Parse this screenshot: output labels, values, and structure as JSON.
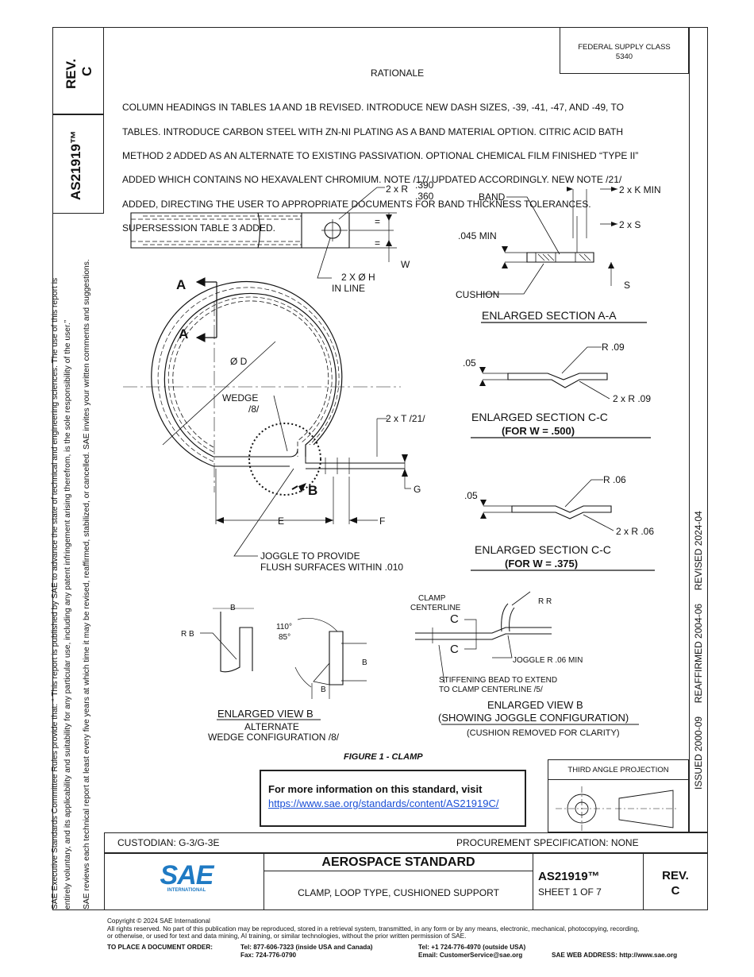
{
  "side_block": {
    "rev_label": "REV.",
    "rev_value": "C",
    "doc_number": "AS21919™"
  },
  "left_notice": {
    "line1": "SAE Executive Standards Committee Rules provide that: “  This report is published by SAE to advance the state of technical and engineering sciences. The use of this report is",
    "line2": "entirely voluntary, and its applicability and suitability for any particular use, including any patent infringement arising therefrom, is the sole responsibility of the user.”",
    "line3": "SAE reviews each technical report at least every five years at which time it may be revised, reaffirmed, stabilized, or cancelled. SAE invites your written comments and suggestions."
  },
  "right_dates": "ISSUED 2000-09     REAFFIRMED 2004-06     REVISED 2024-04",
  "fsc": {
    "label": "FEDERAL SUPPLY CLASS",
    "value": "5340"
  },
  "rationale": {
    "heading": "RATIONALE",
    "lines": [
      "COLUMN HEADINGS IN TABLES 1A AND 1B REVISED. INTRODUCE NEW DASH SIZES, -39, -41, -47, AND -49, TO",
      "TABLES. INTRODUCE CARBON STEEL WITH ZN-NI PLATING AS A BAND MATERIAL OPTION. CITRIC ACID BATH",
      "METHOD 2 ADDED AS AN ALTERNATE TO EXISTING PASSIVATION. OPTIONAL CHEMICAL FILM FINISHED “TYPE II”",
      "ADDED WHICH CONTAINS NO HEXAVALENT CHROMIUM. NOTE /17/ UPDATED ACCORDINGLY. NEW NOTE /21/",
      "ADDED, DIRECTING THE USER TO APPROPRIATE DOCUMENTS FOR BAND THICKNESS TOLERANCES.",
      "SUPERSESSION TABLE 3 ADDED."
    ]
  },
  "drawing": {
    "r_label": "2 x  R",
    "r_top": ".390",
    "r_bot": ".360",
    "eq1": "=",
    "eq2": "=",
    "w": "W",
    "hole_1": "2 X Ø H",
    "hole_2": "IN LINE",
    "a_top": "A",
    "a_bot": "A",
    "d": "Ø D",
    "wedge_1": "WEDGE",
    "wedge_2": "/8/",
    "t": "2 x T  /21/",
    "b_callout": "B",
    "g": "G",
    "e": "E",
    "f": "F",
    "joggle_1": "JOGGLE TO PROVIDE",
    "joggle_2": "FLUSH SURFACES WITHIN .010",
    "band": "BAND",
    "kmin": "2 x K MIN",
    "s2": "2 x S",
    "min045": ".045 MIN",
    "cushion": "CUSHION",
    "s": "S",
    "sec_aa": "ENLARGED SECTION  A-A",
    "cc1_r": "R .09",
    "cc1_05": ".05",
    "cc1_2r": "2 x R .09",
    "cc1_title": "ENLARGED SECTION  C-C",
    "cc1_sub": "(FOR W = .500)",
    "cc2_r": "R .06",
    "cc2_05": ".05",
    "cc2_2r": "2 x R .06",
    "cc2_title": "ENLARGED SECTION  C-C",
    "cc2_sub": "(FOR W = .375)",
    "vb_b1": "B",
    "vb_rb": "R B",
    "vb_ang1": "110°",
    "vb_ang2": "85°",
    "vb_b2": "B",
    "vb_b3": "B",
    "vb_title": "ENLARGED VIEW B",
    "vb_sub1": "ALTERNATE",
    "vb_sub2": "WEDGE CONFIGURATION /8/",
    "clamp_cl_1": "CLAMP",
    "clamp_cl_2": "CENTERLINE",
    "rr": "R R",
    "c1": "C",
    "c2": "C",
    "joggle_r": "JOGGLE R .06 MIN",
    "stiff_1": "STIFFENING BEAD TO EXTEND",
    "stiff_2": "TO CLAMP CENTERLINE /5/",
    "vb2_title": "ENLARGED VIEW B",
    "vb2_sub": "(SHOWING JOGGLE CONFIGURATION)",
    "vb2_sub2": "(CUSHION REMOVED FOR CLARITY)",
    "figure": "FIGURE 1 - CLAMP"
  },
  "info_box": {
    "text": "For more information on this standard, visit",
    "url": "https://www.sae.org/standards/content/AS21919C/"
  },
  "third_angle": "THIRD ANGLE PROJECTION",
  "title_block": {
    "custodian": "CUSTODIAN: G-3/G-3E",
    "procurement": "PROCUREMENT SPECIFICATION: NONE",
    "logo": "SAE",
    "logo_sub": "INTERNATIONAL",
    "std_type": "AEROSPACE STANDARD",
    "title": "CLAMP, LOOP TYPE, CUSHIONED SUPPORT",
    "doc_number": "AS21919™",
    "sheet": "SHEET 1 OF 7",
    "rev_label": "REV.",
    "rev_value": "C"
  },
  "footer": {
    "copyright": "Copyright © 2024 SAE International",
    "rights1": "All rights reserved. No part of this publication may be reproduced, stored in a retrieval system, transmitted, in any form or by any means, electronic, mechanical, photocopying, recording,",
    "rights2": "or otherwise, or used for text and data mining, AI training, or similar technologies, without the prior written permission of SAE.",
    "order_label": "TO PLACE A DOCUMENT ORDER:",
    "tel_usa": "Tel: 877-606-7323 (inside USA and Canada)",
    "fax": "Fax: 724-776-0790",
    "tel_out": "Tel: +1 724-776-4970 (outside USA)",
    "email": "Email: CustomerService@sae.org",
    "web": "SAE WEB ADDRESS: http://www.sae.org"
  }
}
